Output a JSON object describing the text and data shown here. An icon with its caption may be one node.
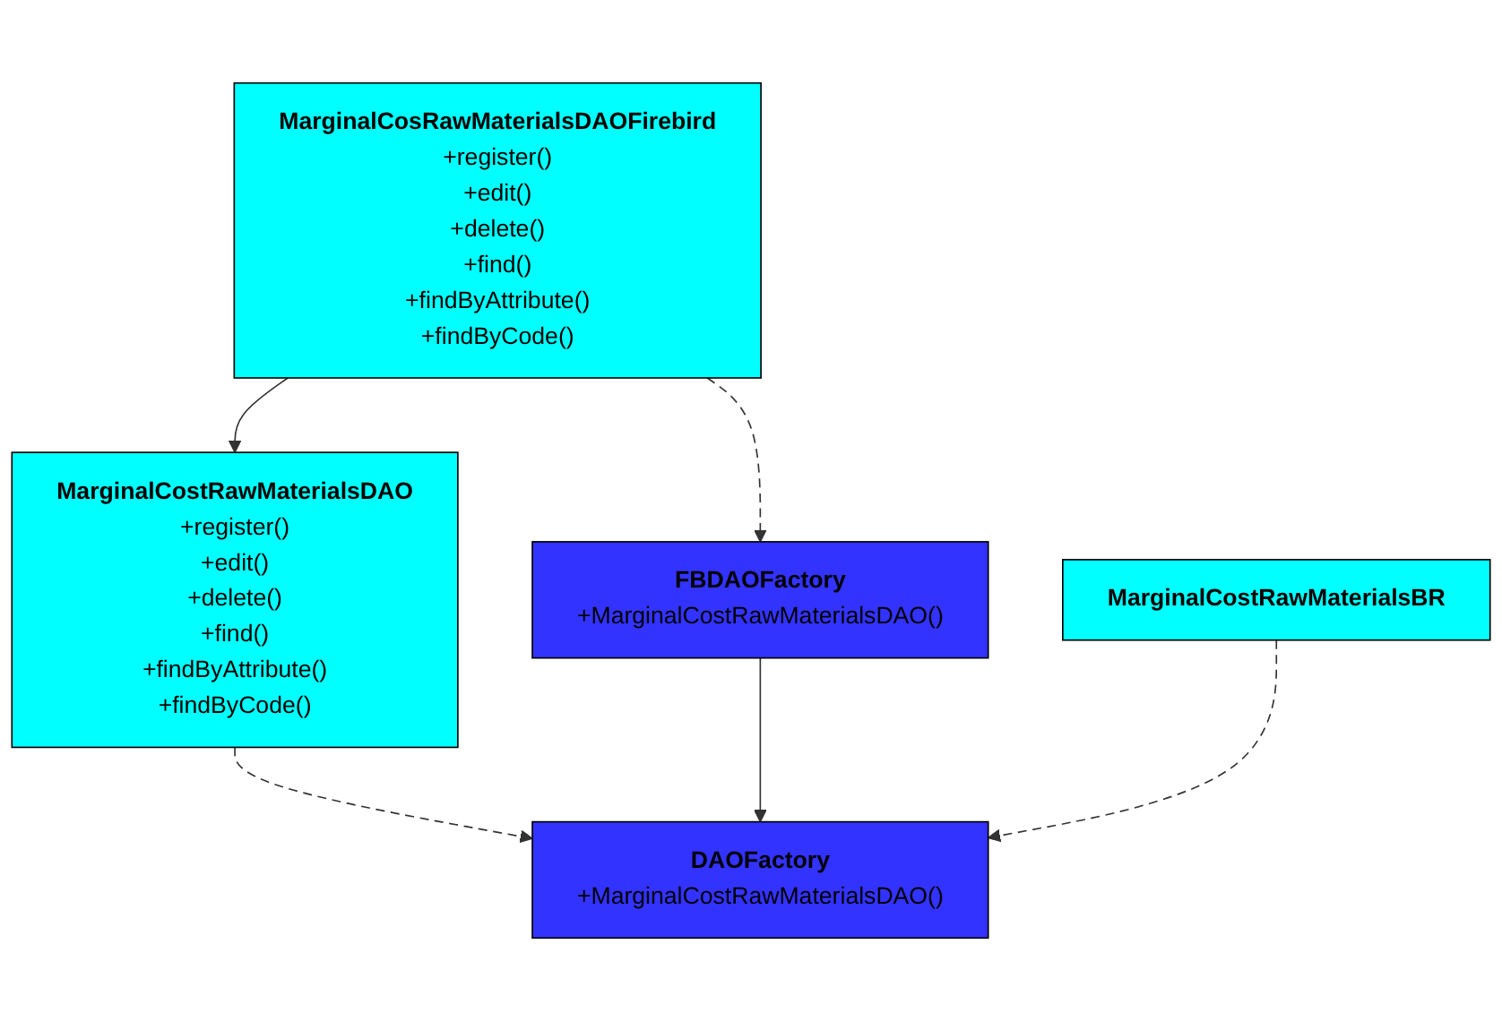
{
  "diagram": {
    "nodes": [
      {
        "text": [
          "MarginalCosRawMaterialsDAOFirebird",
          "+register()",
          "+edit()",
          "+delete()",
          "+find()",
          "+findByAttribute()",
          "+findByCode()"
        ]
      },
      {
        "text": [
          "MarginalCostRawMaterialsDAO",
          "+register()",
          "+edit()",
          "+delete()",
          "+find()",
          "+findByAttribute()",
          "+findByCode()"
        ]
      },
      {
        "text": [
          "FBDAOFactory",
          "+MarginalCostRawMaterialsDAO()"
        ]
      },
      {
        "text": [
          "MarginalCostRawMaterialsBR"
        ]
      },
      {
        "text": [
          "DAOFactory",
          "+MarginalCostRawMaterialsDAO()"
        ]
      }
    ],
    "edges": [
      {
        "from": 0,
        "to": 1,
        "arrow": "to"
      },
      {
        "from": 0,
        "to": 2,
        "arrow": "to",
        "style": "dashed"
      },
      {
        "from": 1,
        "to": 4,
        "arrow": "to",
        "style": "dashed"
      },
      {
        "from": 2,
        "to": 4,
        "arrow": "to"
      },
      {
        "from": 3,
        "to": 4,
        "arrow": "to",
        "style": "dashed"
      }
    ]
  }
}
